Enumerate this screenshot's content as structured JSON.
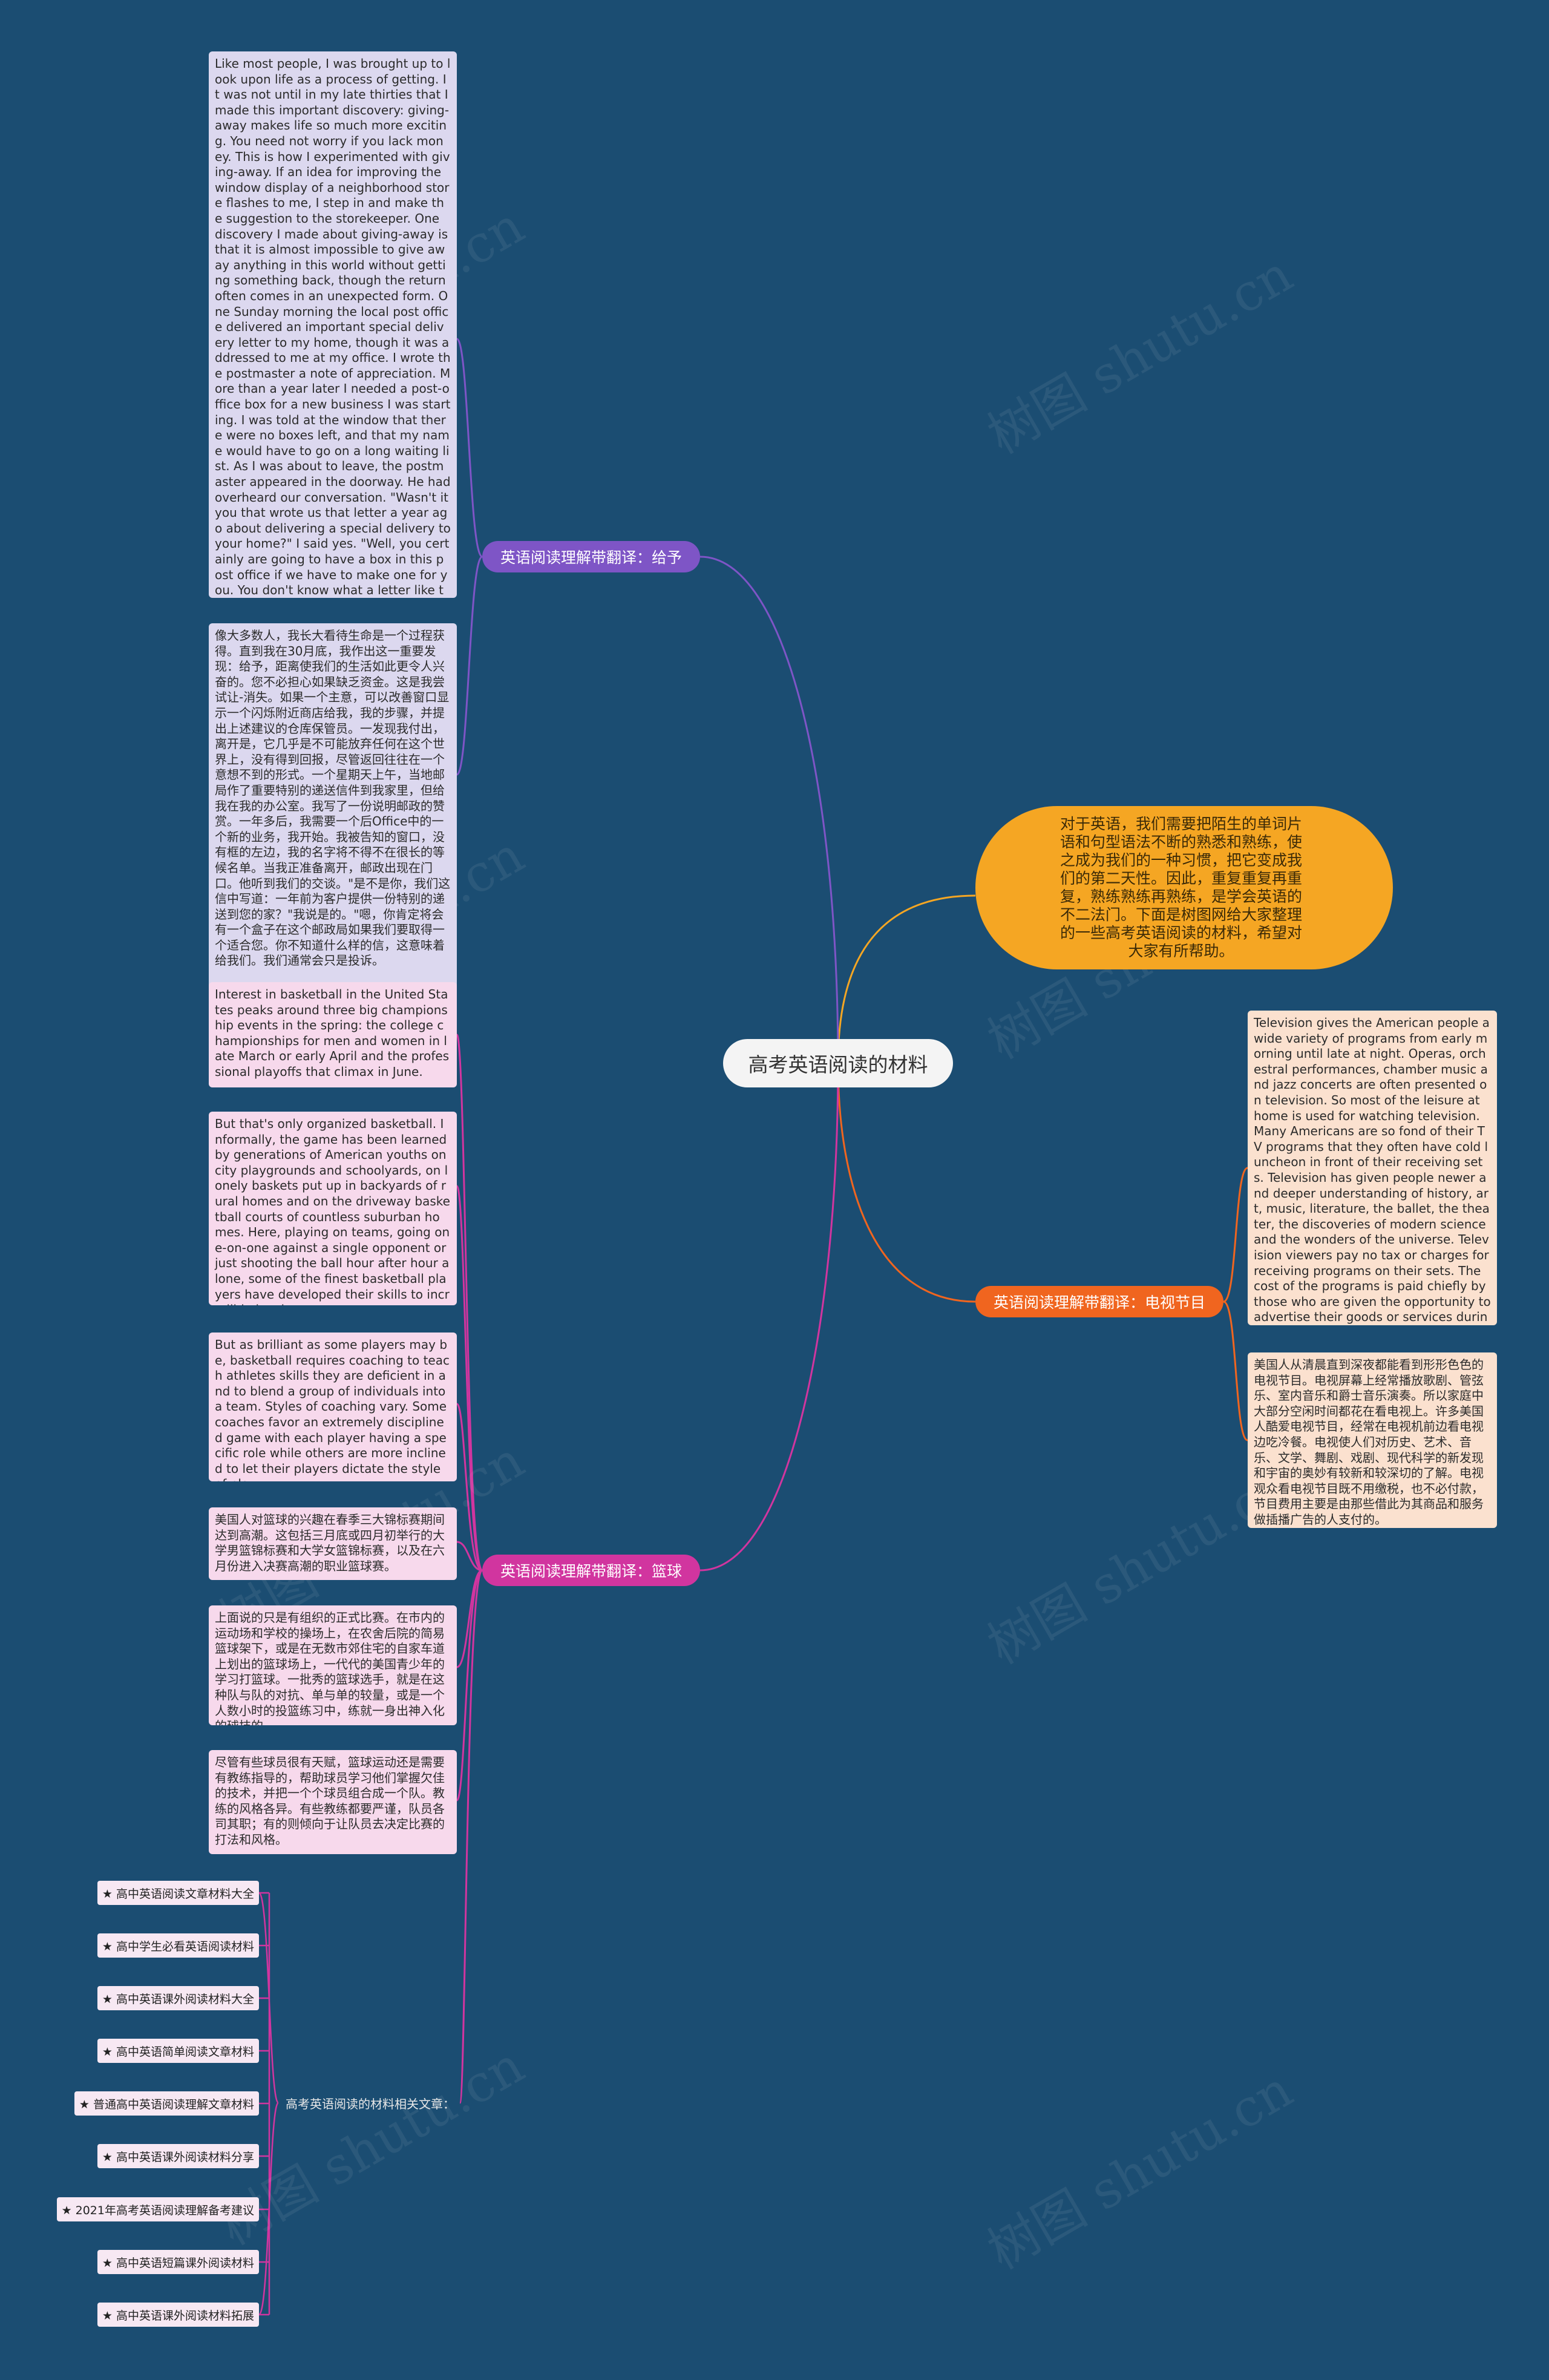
{
  "root": "高考英语阅读的材料",
  "intro": "对于英语，我们需要把陌生的单词片语和句型语法不断的熟悉和熟练，使之成为我们的一种习惯，把它变成我们的第二天性。因此，重复重复再重复，熟练熟练再熟练，是学会英语的不二法门。下面是树图网给大家整理的一些高考英语阅读的材料，希望对大家有所帮助。",
  "branches": {
    "giving": {
      "label": "英语阅读理解带翻译：给予",
      "en": "Like most people, I was brought up to look upon life as a process of getting. It was not until in my late thirties that I made this important discovery: giving-away makes life so much more exciting. You need not worry if you lack money. This is how I experimented with giving-away. If an idea for improving the window display of a neighborhood store flashes to me, I step in and make the suggestion to the storekeeper. One discovery I made about giving-away is that it is almost impossible to give away anything in this world without getting something back, though the return often comes in an unexpected form. One Sunday morning the local post office delivered an important special delivery letter to my home, though it was addressed to me at my office. I wrote the postmaster a note of appreciation. More than a year later I needed a post-office box for a new business I was starting. I was told at the window that there were no boxes left, and that my name would have to go on a long waiting list. As I was about to leave, the postmaster appeared in the doorway. He had overheard our conversation. \"Wasn't it you that wrote us that letter a year ago about delivering a special delivery to your home?\" I said yes. \"Well, you certainly are going to have a box in this post office if we have to make one for you. You don't know what a letter like that means to us. We usually get nothing but complaints.\"",
      "zh": "像大多数人，我长大看待生命是一个过程获得。直到我在30月底，我作出这一重要发现：给予，距离使我们的生活如此更令人兴奋的。您不必担心如果缺乏资金。这是我尝试让-消失。如果一个主意，可以改善窗口显示一个闪烁附近商店给我，我的步骤，并提出上述建议的仓库保管员。一发现我付出，离开是，它几乎是不可能放弃任何在这个世界上，没有得到回报，尽管返回往往在一个意想不到的形式。一个星期天上午，当地邮局作了重要特别的递送信件到我家里，但给我在我的办公室。我写了一份说明邮政的赞赏。一年多后，我需要一个后Office中的一个新的业务，我开始。我被告知的窗口，没有框的左边，我的名字将不得不在很长的等候名单。当我正准备离开，邮政出现在门口。他听到我们的交谈。\"是不是你，我们这信中写道：一年前为客户提供一份特别的递送到您的家？\"我说是的。\"嗯，你肯定将会有一个盒子在这个邮政局如果我们要取得一个适合您。你不知道什么样的信，这意味着给我们。我们通常会只是投诉。"
    },
    "basketball": {
      "label": "英语阅读理解带翻译：篮球",
      "p1_en": "Interest in basketball in the United States peaks around three big championship events in the spring: the college championships for men and women in late March or early April and the professional playoffs that climax in June.",
      "p2_en": "But that's only organized basketball. Informally, the game has been learned by generations of American youths on city playgrounds and schoolyards, on lonely baskets put up in backyards of rural homes and on the driveway basketball courts of countless suburban homes. Here, playing on teams, going one-on-one against a single opponent or just shooting the ball hour after hour alone, some of the finest basketball players have developed their skills to incredible levels.",
      "p3_en": "But as brilliant as some players may be, basketball requires coaching to teach athletes skills they are deficient in and to blend a group of individuals into a team. Styles of coaching vary. Some coaches favor an extremely disciplined game with each player having a specific role while others are more inclined to let their players dictate the style of play.",
      "p1_zh": "美国人对篮球的兴趣在春季三大锦标赛期间达到高潮。这包括三月底或四月初举行的大学男篮锦标赛和大学女篮锦标赛，以及在六月份进入决赛高潮的职业篮球赛。",
      "p2_zh": "上面说的只是有组织的正式比赛。在市内的运动场和学校的操场上，在农舍后院的简易篮球架下，或是在无数市郊住宅的自家车道上划出的篮球场上，一代代的美国青少年的学习打篮球。一批秀的篮球选手，就是在这种队与队的对抗、单与单的较量，或是一个人数小时的投篮练习中，练就一身出神入化的球技的。",
      "p3_zh": "尽管有些球员很有天赋，篮球运动还是需要有教练指导的，帮助球员学习他们掌握欠佳的技术，并把一个个球员组合成一个队。教练的风格各异。有些教练都要严谨，队员各司其职；有的则倾向于让队员去决定比赛的打法和风格。"
    },
    "tv": {
      "label": "英语阅读理解带翻译：电视节目",
      "en": "Television gives the American people a wide variety of programs from early morning until late at night. Operas, orchestral performances, chamber music and jazz concerts are often presented on television. So most of the leisure at home is used for watching television. Many Americans are so fond of their TV programs that they often have cold luncheon in front of their receiving sets. Television has given people newer and deeper understanding of history, art, music, literature, the ballet, the theater, the discoveries of modern science and the wonders of the universe. Television viewers pay no tax or charges for receiving programs on their sets. The cost of the programs is paid chiefly by those who are given the opportunity to advertise their goods or services during the commercial breaks.",
      "zh": "美国人从清晨直到深夜都能看到形形色色的电视节目。电视屏幕上经常播放歌剧、管弦乐、室内音乐和爵士音乐演奏。所以家庭中大部分空闲时间都花在看电视上。许多美国人酷爱电视节目，经常在电视机前边看电视边吃冷餐。电视使人们对历史、艺术、音乐、文学、舞剧、戏剧、现代科学的新发现和宇宙的奥妙有较新和较深切的了解。电视观众看电视节目既不用缴税，也不必付款，节目费用主要是由那些借此为其商品和服务做插播广告的人支付的。"
    }
  },
  "related": {
    "label": "高考英语阅读的材料相关文章：",
    "items": [
      "★ 高中英语阅读文章材料大全",
      "★ 高中学生必看英语阅读材料",
      "★ 高中英语课外阅读材料大全",
      "★ 高中英语简单阅读文章材料",
      "★ 普通高中英语阅读理解文章材料",
      "★ 高中英语课外阅读材料分享",
      "★ 2021年高考英语阅读理解备考建议",
      "★ 高中英语短篇课外阅读材料",
      "★ 高中英语课外阅读材料拓展"
    ]
  },
  "watermark": "树图 shutu.cn",
  "colors": {
    "background": "#1b4d72",
    "giving": "#7e55c6",
    "basketball": "#d1359f",
    "tv": "#f0651f",
    "intro": "#f5a623"
  }
}
